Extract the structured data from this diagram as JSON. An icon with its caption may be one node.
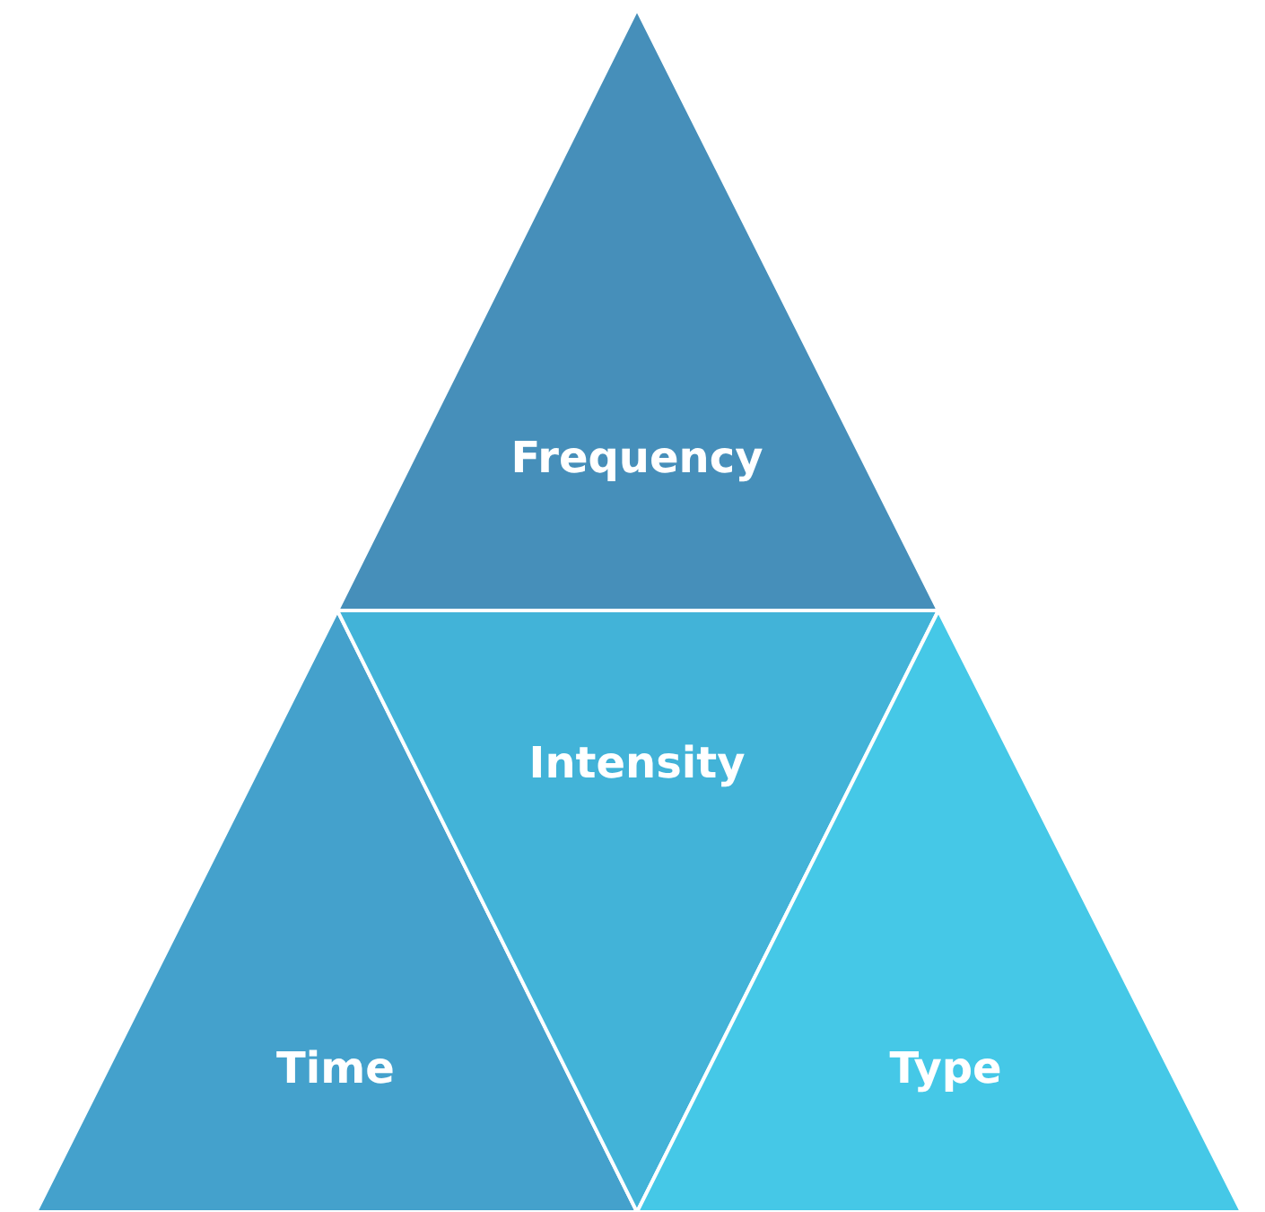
{
  "diagram": {
    "nodes": [
      {
        "text": [
          "Frequency"
        ]
      },
      {
        "text": [
          "Time"
        ]
      },
      {
        "text": [
          "Intensity"
        ]
      },
      {
        "text": [
          "Type"
        ]
      }
    ]
  }
}
